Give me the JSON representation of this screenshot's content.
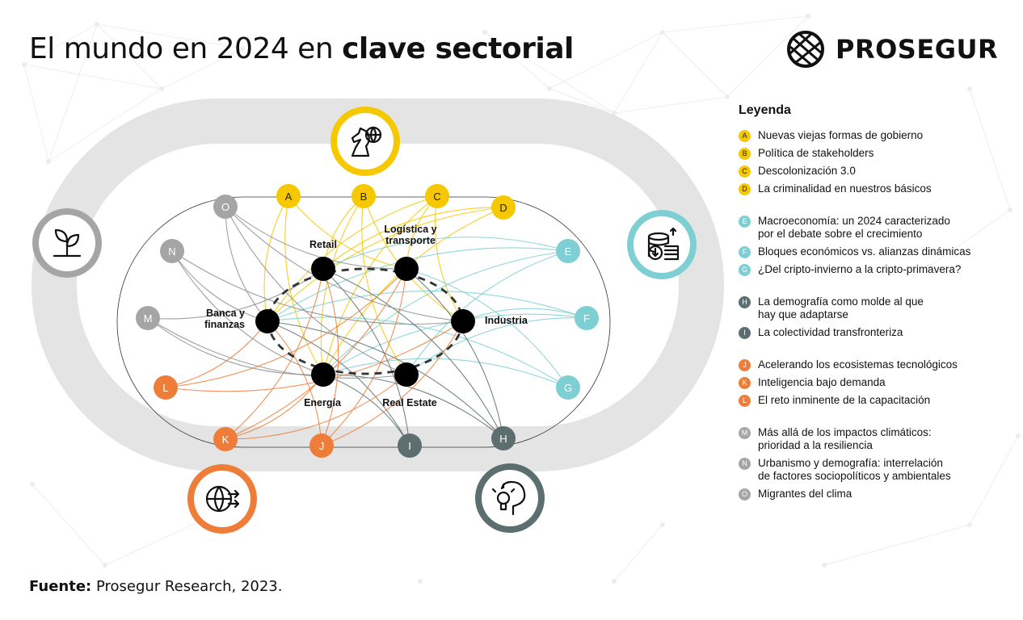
{
  "title": {
    "regular": "El mundo en 2024 en ",
    "bold": "clave sectorial"
  },
  "brand": {
    "name": "PROSEGUR",
    "icon": "globe-icon"
  },
  "colors": {
    "yellow": "#f5c800",
    "teal": "#7ecfd4",
    "slate": "#5d6e70",
    "orange": "#ef7d3a",
    "grey": "#a5a5a5",
    "ring": "#e5e5e5"
  },
  "categories": [
    {
      "id": "geopolitica",
      "icon": "chess-knight-globe-icon",
      "color": "yellow"
    },
    {
      "id": "economia",
      "icon": "coins-icon",
      "color": "teal"
    },
    {
      "id": "sociedad",
      "icon": "person-lightbulb-icon",
      "color": "slate"
    },
    {
      "id": "tecnologia",
      "icon": "digital-globe-icon",
      "color": "orange"
    },
    {
      "id": "medioambiente",
      "icon": "sprout-icon",
      "color": "grey"
    }
  ],
  "nodes": [
    {
      "id": "A",
      "group": "yellow"
    },
    {
      "id": "B",
      "group": "yellow"
    },
    {
      "id": "C",
      "group": "yellow"
    },
    {
      "id": "D",
      "group": "yellow"
    },
    {
      "id": "E",
      "group": "teal"
    },
    {
      "id": "F",
      "group": "teal"
    },
    {
      "id": "G",
      "group": "teal"
    },
    {
      "id": "H",
      "group": "slate"
    },
    {
      "id": "I",
      "group": "slate"
    },
    {
      "id": "J",
      "group": "orange"
    },
    {
      "id": "K",
      "group": "orange"
    },
    {
      "id": "L",
      "group": "orange"
    },
    {
      "id": "M",
      "group": "grey"
    },
    {
      "id": "N",
      "group": "grey"
    },
    {
      "id": "O",
      "group": "grey"
    }
  ],
  "sectors": [
    {
      "id": "retail",
      "label": "Retail"
    },
    {
      "id": "logistica",
      "label": "Logística y\ntransporte"
    },
    {
      "id": "industria",
      "label": "Industria"
    },
    {
      "id": "realestate",
      "label": "Real Estate"
    },
    {
      "id": "energia",
      "label": "Energía"
    },
    {
      "id": "banca",
      "label": "Banca y\nfinanzas"
    }
  ],
  "links": [
    [
      "A",
      "banca"
    ],
    [
      "A",
      "energia"
    ],
    [
      "A",
      "logistica"
    ],
    [
      "B",
      "retail"
    ],
    [
      "B",
      "realestate"
    ],
    [
      "B",
      "industria"
    ],
    [
      "B",
      "energia"
    ],
    [
      "C",
      "logistica"
    ],
    [
      "C",
      "energia"
    ],
    [
      "C",
      "banca"
    ],
    [
      "C",
      "industria"
    ],
    [
      "D",
      "retail"
    ],
    [
      "D",
      "energia"
    ],
    [
      "D",
      "banca"
    ],
    [
      "E",
      "banca"
    ],
    [
      "E",
      "retail"
    ],
    [
      "E",
      "energia"
    ],
    [
      "E",
      "realestate"
    ],
    [
      "F",
      "banca"
    ],
    [
      "F",
      "energia"
    ],
    [
      "F",
      "industria"
    ],
    [
      "F",
      "realestate"
    ],
    [
      "G",
      "banca"
    ],
    [
      "G",
      "energia"
    ],
    [
      "G",
      "logistica"
    ],
    [
      "H",
      "retail"
    ],
    [
      "H",
      "energia"
    ],
    [
      "H",
      "banca"
    ],
    [
      "H",
      "logistica"
    ],
    [
      "I",
      "retail"
    ],
    [
      "I",
      "banca"
    ],
    [
      "I",
      "energia"
    ],
    [
      "J",
      "logistica"
    ],
    [
      "J",
      "banca"
    ],
    [
      "J",
      "industria"
    ],
    [
      "J",
      "retail"
    ],
    [
      "K",
      "logistica"
    ],
    [
      "K",
      "retail"
    ],
    [
      "K",
      "realestate"
    ],
    [
      "K",
      "energia"
    ],
    [
      "L",
      "banca"
    ],
    [
      "L",
      "logistica"
    ],
    [
      "L",
      "industria"
    ],
    [
      "M",
      "retail"
    ],
    [
      "M",
      "energia"
    ],
    [
      "M",
      "realestate"
    ],
    [
      "N",
      "industria"
    ],
    [
      "N",
      "energia"
    ],
    [
      "N",
      "banca"
    ],
    [
      "O",
      "banca"
    ],
    [
      "O",
      "industria"
    ],
    [
      "O",
      "realestate"
    ],
    [
      "O",
      "logistica"
    ]
  ],
  "legend": {
    "title": "Leyenda",
    "groups": [
      {
        "color": "yellow",
        "items": [
          {
            "key": "A",
            "text": "Nuevas viejas formas de gobierno"
          },
          {
            "key": "B",
            "text": "Política de stakeholders"
          },
          {
            "key": "C",
            "text": "Descolonización 3.0"
          },
          {
            "key": "D",
            "text": "La criminalidad en nuestros básicos"
          }
        ]
      },
      {
        "color": "teal",
        "items": [
          {
            "key": "E",
            "text": "Macroeconomía: un 2024 caracterizado\npor el debate sobre el crecimiento"
          },
          {
            "key": "F",
            "text": "Bloques económicos vs. alianzas dinámicas"
          },
          {
            "key": "G",
            "text": "¿Del cripto-invierno a la cripto-primavera?"
          }
        ]
      },
      {
        "color": "slate",
        "items": [
          {
            "key": "H",
            "text": "La demografía como molde al que\nhay que adaptarse"
          },
          {
            "key": "I",
            "text": "La colectividad transfronteriza"
          }
        ]
      },
      {
        "color": "orange",
        "items": [
          {
            "key": "J",
            "text": "Acelerando los ecosistemas tecnológicos"
          },
          {
            "key": "K",
            "text": "Inteligencia bajo demanda"
          },
          {
            "key": "L",
            "text": "El reto inminente de la capacitación"
          }
        ]
      },
      {
        "color": "grey",
        "items": [
          {
            "key": "M",
            "text": "Más allá de los impactos climáticos:\nprioridad a la resiliencia"
          },
          {
            "key": "N",
            "text": "Urbanismo y demografía: interrelación\nde factores sociopolíticos y ambientales"
          },
          {
            "key": "O",
            "text": "Migrantes del clima"
          }
        ]
      }
    ]
  },
  "source": {
    "label": "Fuente:",
    "text": " Prosegur Research, 2023."
  }
}
